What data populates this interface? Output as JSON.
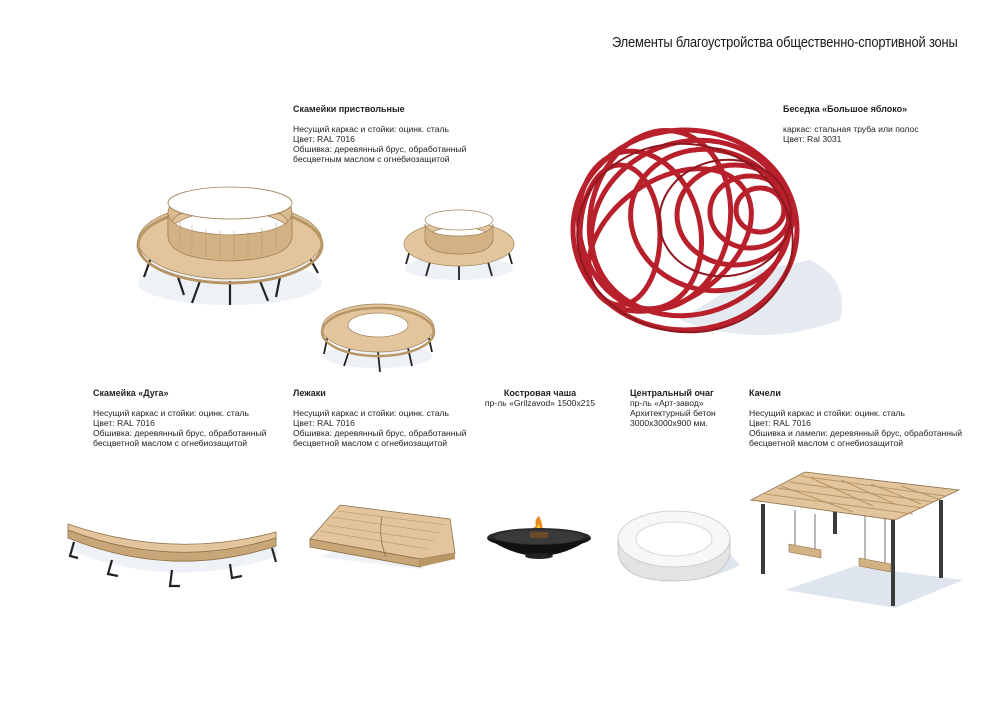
{
  "page": {
    "title": "Элементы благоустройства общественно-спортивной зоны"
  },
  "items": {
    "benches_round": {
      "title": "Скамейки приствольные",
      "lines": [
        "Несущий каркас и стойки: оцинк. сталь",
        "Цвет: RAL 7016",
        "Обшивка: деревянный брус, обработанный",
        "бесцветным маслом с огнебиозащитой"
      ]
    },
    "gazebo": {
      "title": "Беседка «Большое яблоко»",
      "lines": [
        "каркас: стальная труба или полос",
        "Цвет: Ral 3031"
      ]
    },
    "bench_arc": {
      "title": "Скамейка «Дуга»",
      "lines": [
        "Несущий каркас и стойки: оцинк. сталь",
        "Цвет: RAL 7016",
        "Обшивка: деревянный брус, обработанный",
        "бесцветной маслом с огнебиозащитой"
      ]
    },
    "loungers": {
      "title": "Лежаки",
      "lines": [
        "Несущий каркас и стойки: оцинк. сталь",
        "Цвет: RAL 7016",
        "Обшивка: деревянный брус, обработанный",
        "бесцветной маслом с огнебиозащитой"
      ]
    },
    "fire_bowl": {
      "title": "Костровая чаша",
      "lines": [
        "пр-ль «Grilzavod» 1500х215"
      ]
    },
    "hearth": {
      "title": "Центральный очаг",
      "lines": [
        "пр-ль «Арт-завод»",
        "Архитектурный бетон",
        "3000х3000х900 мм."
      ]
    },
    "swings": {
      "title": "Качели",
      "lines": [
        "Несущий каркас и стойки: оцинк. сталь",
        "Цвет: RAL 7016",
        "Обшивка и ламели: деревянный брус, обработанный",
        "бесцветной маслом с огнебиозащитой"
      ]
    }
  },
  "colors": {
    "wood": "#e2c59c",
    "wood_dark": "#c9a678",
    "steel": "#2b2b2b",
    "gazebo_red": "#b8202b",
    "concrete": "#f1f1f1",
    "shadow": "#dfe5ee"
  }
}
